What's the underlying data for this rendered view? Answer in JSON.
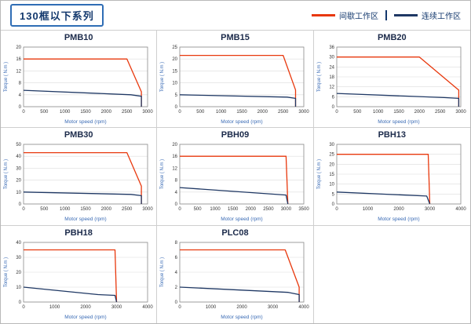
{
  "page": {
    "title": "130框以下系列"
  },
  "legend": [
    {
      "label": "间歇工作区",
      "color": "#e8380d"
    },
    {
      "label": "连续工作区",
      "color": "#1f3864"
    }
  ],
  "colors": {
    "accent_border": "#2f6db5",
    "axis_label": "#3a6bb5",
    "grid_line": "#dcdcdc"
  },
  "chart_data": [
    {
      "type": "line",
      "title": "PMB10",
      "xlabel": "Motor speed (rpm)",
      "ylabel": "Torque ( N.m )",
      "xlim": [
        0,
        3000
      ],
      "ylim": [
        0,
        20
      ],
      "xticks": [
        0,
        500,
        1000,
        1500,
        2000,
        2500,
        3000
      ],
      "yticks": [
        0,
        4,
        8,
        12,
        16,
        20
      ],
      "grid": "horizontal",
      "series": [
        {
          "name": "间歇工作区",
          "color": "#e8380d",
          "points": [
            [
              0,
              16
            ],
            [
              2500,
              16
            ],
            [
              2850,
              5
            ],
            [
              2850,
              0
            ]
          ]
        },
        {
          "name": "连续工作区",
          "color": "#1f3864",
          "points": [
            [
              0,
              5.5
            ],
            [
              2600,
              4
            ],
            [
              2850,
              3.5
            ],
            [
              2850,
              0
            ]
          ]
        }
      ]
    },
    {
      "type": "line",
      "title": "PMB15",
      "xlabel": "Motor speed (rpm)",
      "ylabel": "Torque ( N.m )",
      "xlim": [
        0,
        3000
      ],
      "ylim": [
        0,
        25
      ],
      "xticks": [
        0,
        500,
        1000,
        1500,
        2000,
        2500,
        3000
      ],
      "yticks": [
        0,
        5,
        10,
        15,
        20,
        25
      ],
      "grid": "horizontal",
      "series": [
        {
          "name": "间歇工作区",
          "color": "#e8380d",
          "points": [
            [
              0,
              21.5
            ],
            [
              2500,
              21.5
            ],
            [
              2800,
              7
            ],
            [
              2800,
              0
            ]
          ]
        },
        {
          "name": "连续工作区",
          "color": "#1f3864",
          "points": [
            [
              0,
              5
            ],
            [
              2600,
              4
            ],
            [
              2800,
              3.5
            ],
            [
              2800,
              0
            ]
          ]
        }
      ]
    },
    {
      "type": "line",
      "title": "PMB20",
      "xlabel": "Motor speed (rpm)",
      "ylabel": "Torque ( N.m )",
      "xlim": [
        0,
        3000
      ],
      "ylim": [
        0,
        36
      ],
      "xticks": [
        0,
        500,
        1000,
        1500,
        2000,
        2500,
        3000
      ],
      "yticks": [
        0,
        6,
        12,
        18,
        24,
        30,
        36
      ],
      "grid": "horizontal",
      "series": [
        {
          "name": "间歇工作区",
          "color": "#e8380d",
          "points": [
            [
              0,
              30
            ],
            [
              2000,
              30
            ],
            [
              2950,
              10
            ],
            [
              2950,
              0
            ]
          ]
        },
        {
          "name": "连续工作区",
          "color": "#1f3864",
          "points": [
            [
              0,
              8
            ],
            [
              2600,
              5.5
            ],
            [
              2950,
              5
            ],
            [
              2950,
              0
            ]
          ]
        }
      ]
    },
    {
      "type": "line",
      "title": "PMB30",
      "xlabel": "Motor speed (rpm)",
      "ylabel": "Torque ( N.m )",
      "xlim": [
        0,
        3000
      ],
      "ylim": [
        0,
        50
      ],
      "xticks": [
        0,
        500,
        1000,
        1500,
        2000,
        2500,
        3000
      ],
      "yticks": [
        0,
        10,
        20,
        30,
        40,
        50
      ],
      "grid": "horizontal",
      "series": [
        {
          "name": "间歇工作区",
          "color": "#e8380d",
          "points": [
            [
              0,
              43
            ],
            [
              2500,
              43
            ],
            [
              2850,
              15
            ],
            [
              2850,
              0
            ]
          ]
        },
        {
          "name": "连续工作区",
          "color": "#1f3864",
          "points": [
            [
              0,
              10
            ],
            [
              2600,
              8
            ],
            [
              2850,
              7
            ],
            [
              2850,
              0
            ]
          ]
        }
      ]
    },
    {
      "type": "line",
      "title": "PBH09",
      "xlabel": "Motor speed (rpm)",
      "ylabel": "Torque ( N.m )",
      "xlim": [
        0,
        3500
      ],
      "ylim": [
        0,
        20
      ],
      "xticks": [
        0,
        500,
        1000,
        1500,
        2000,
        2500,
        3000,
        3500
      ],
      "yticks": [
        0,
        4,
        8,
        12,
        16,
        20
      ],
      "grid": "horizontal",
      "series": [
        {
          "name": "间歇工作区",
          "color": "#e8380d",
          "points": [
            [
              0,
              16
            ],
            [
              3000,
              16
            ],
            [
              3050,
              0
            ]
          ]
        },
        {
          "name": "连续工作区",
          "color": "#1f3864",
          "points": [
            [
              0,
              5.5
            ],
            [
              3000,
              3
            ],
            [
              3050,
              0
            ]
          ]
        }
      ]
    },
    {
      "type": "line",
      "title": "PBH13",
      "xlabel": "Motor speed (rpm)",
      "ylabel": "Torque ( N.m )",
      "xlim": [
        0,
        4000
      ],
      "ylim": [
        0,
        30
      ],
      "xticks": [
        0,
        1000,
        2000,
        3000,
        4000
      ],
      "yticks": [
        0,
        5,
        10,
        15,
        20,
        25,
        30
      ],
      "grid": "horizontal",
      "series": [
        {
          "name": "间歇工作区",
          "color": "#e8380d",
          "points": [
            [
              0,
              25
            ],
            [
              2950,
              25
            ],
            [
              3000,
              0
            ]
          ]
        },
        {
          "name": "连续工作区",
          "color": "#1f3864",
          "points": [
            [
              0,
              6
            ],
            [
              2900,
              4
            ],
            [
              3000,
              0
            ]
          ]
        }
      ]
    },
    {
      "type": "line",
      "title": "PBH18",
      "xlabel": "Motor speed (rpm)",
      "ylabel": "Torque ( N.m )",
      "xlim": [
        0,
        4000
      ],
      "ylim": [
        0,
        40
      ],
      "xticks": [
        0,
        1000,
        2000,
        3000,
        4000
      ],
      "yticks": [
        0,
        10,
        20,
        30,
        40
      ],
      "grid": "horizontal",
      "series": [
        {
          "name": "间歇工作区",
          "color": "#e8380d",
          "points": [
            [
              0,
              35
            ],
            [
              2950,
              35
            ],
            [
              3000,
              0
            ]
          ]
        },
        {
          "name": "连续工作区",
          "color": "#1f3864",
          "points": [
            [
              0,
              10
            ],
            [
              2400,
              5
            ],
            [
              2950,
              4.5
            ],
            [
              3000,
              0
            ]
          ]
        }
      ]
    },
    {
      "type": "line",
      "title": "PLC08",
      "xlabel": "Motor speed (rpm)",
      "ylabel": "Torque ( N.m )",
      "xlim": [
        0,
        4000
      ],
      "ylim": [
        0,
        8
      ],
      "xticks": [
        0,
        1000,
        2000,
        3000,
        4000
      ],
      "yticks": [
        0,
        2,
        4,
        6,
        8
      ],
      "grid": "horizontal",
      "series": [
        {
          "name": "间歇工作区",
          "color": "#e8380d",
          "points": [
            [
              0,
              7
            ],
            [
              3400,
              7
            ],
            [
              3850,
              2
            ],
            [
              3850,
              0
            ]
          ]
        },
        {
          "name": "连续工作区",
          "color": "#1f3864",
          "points": [
            [
              0,
              2
            ],
            [
              3500,
              1.3
            ],
            [
              3850,
              1
            ],
            [
              3850,
              0
            ]
          ]
        }
      ]
    }
  ]
}
